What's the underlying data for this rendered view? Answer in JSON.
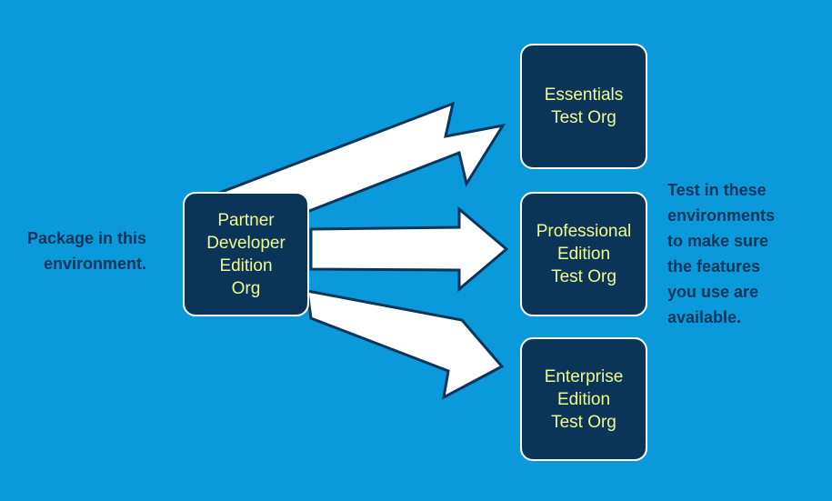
{
  "left_note": "Package in this\nenvironment.",
  "source_org": "Partner\nDeveloper\nEdition\nOrg",
  "target_orgs": [
    "Essentials\nTest Org",
    "Professional\nEdition\nTest Org",
    "Enterprise\nEdition\nTest Org"
  ],
  "right_note": "Test in these\nenvironments\nto make sure\nthe features\nyou use are\navailable.",
  "colors": {
    "background": "#0a9adb",
    "box_fill": "#0b3558",
    "box_text": "#eefa8e",
    "note_text": "#0b3558",
    "arrow_fill": "#ffffff"
  }
}
